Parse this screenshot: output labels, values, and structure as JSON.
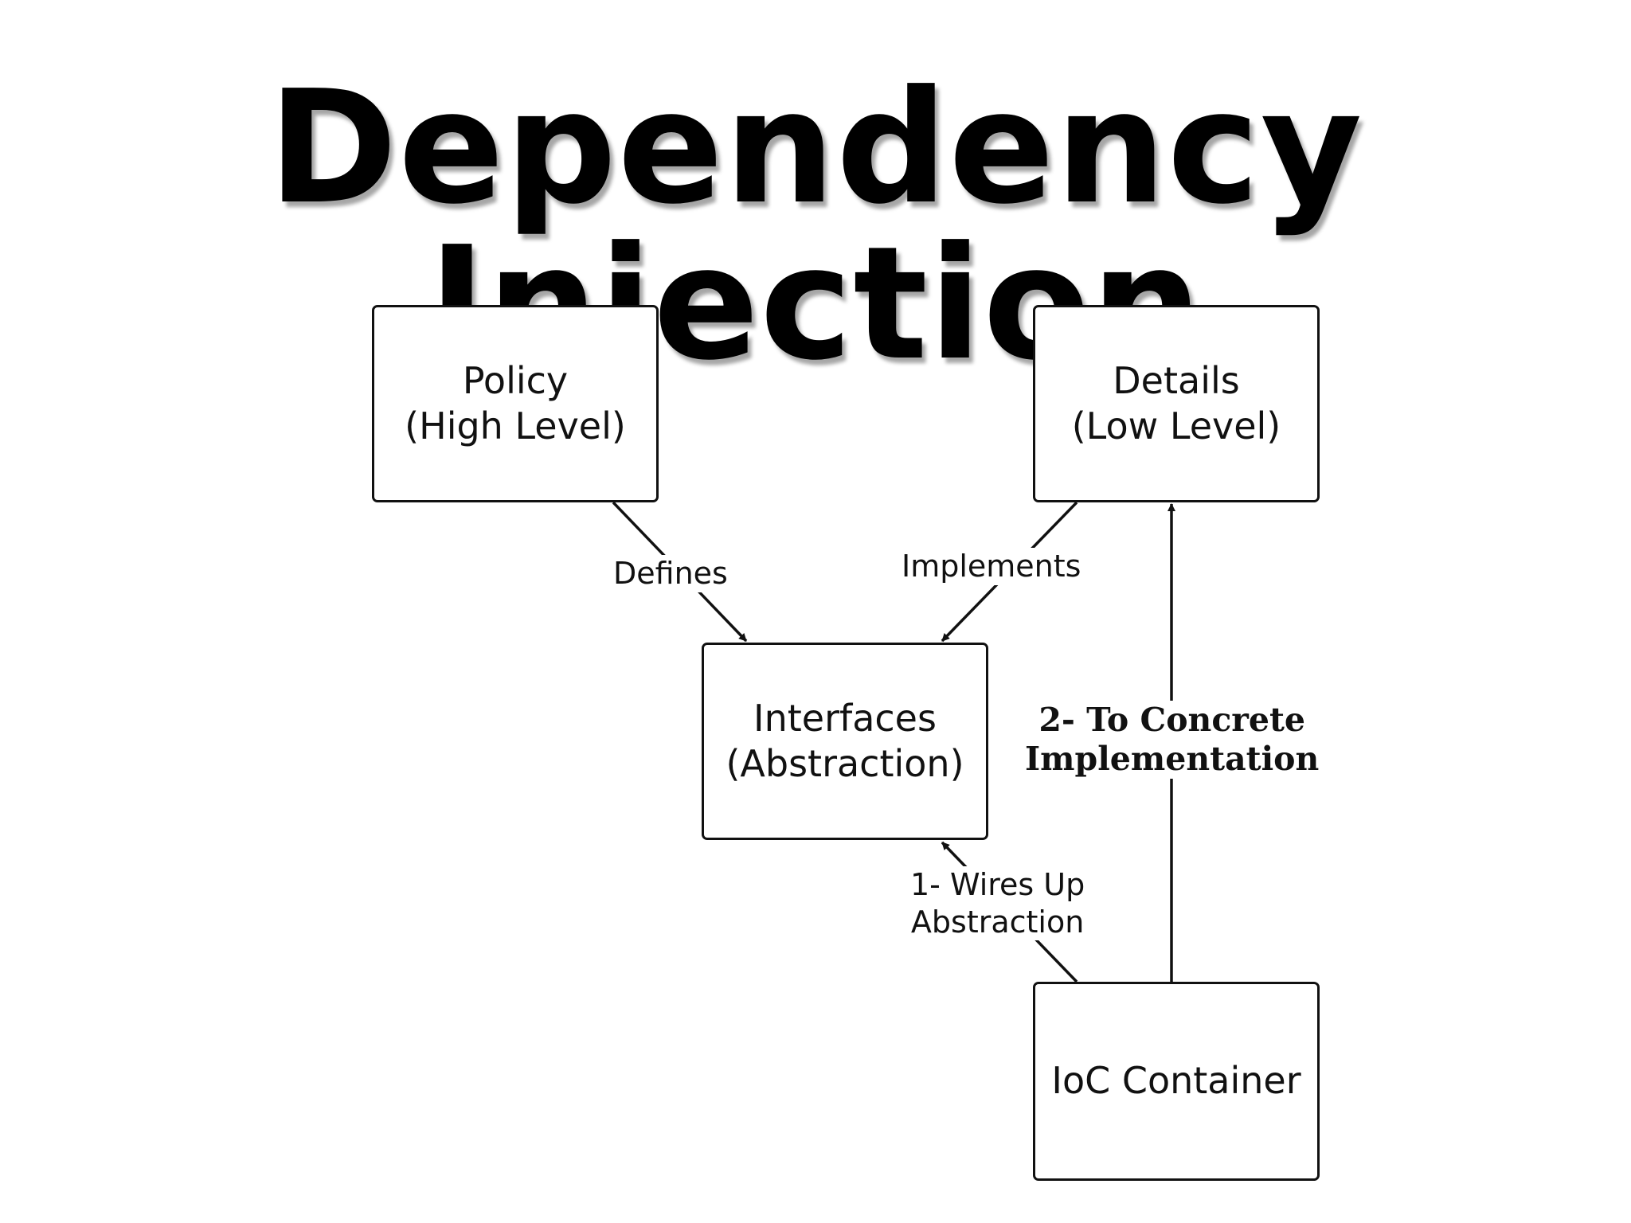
{
  "title": "Dependency Injection",
  "nodes": {
    "policy": {
      "line1": "Policy",
      "line2": "(High Level)"
    },
    "details": {
      "line1": "Details",
      "line2": "(Low Level)"
    },
    "interfaces": {
      "line1": "Interfaces",
      "line2": "(Abstraction)"
    },
    "ioc": {
      "line1": "IoC Container"
    }
  },
  "edges": {
    "defines": {
      "label": "Defines"
    },
    "implements": {
      "label": "Implements"
    },
    "wires_up": {
      "line1": "1- Wires Up",
      "line2": "Abstraction"
    },
    "to_concrete": {
      "line1": "2- To Concrete",
      "line2": "Implementation"
    }
  },
  "colors": {
    "line": "#111111",
    "background": "#ffffff"
  }
}
